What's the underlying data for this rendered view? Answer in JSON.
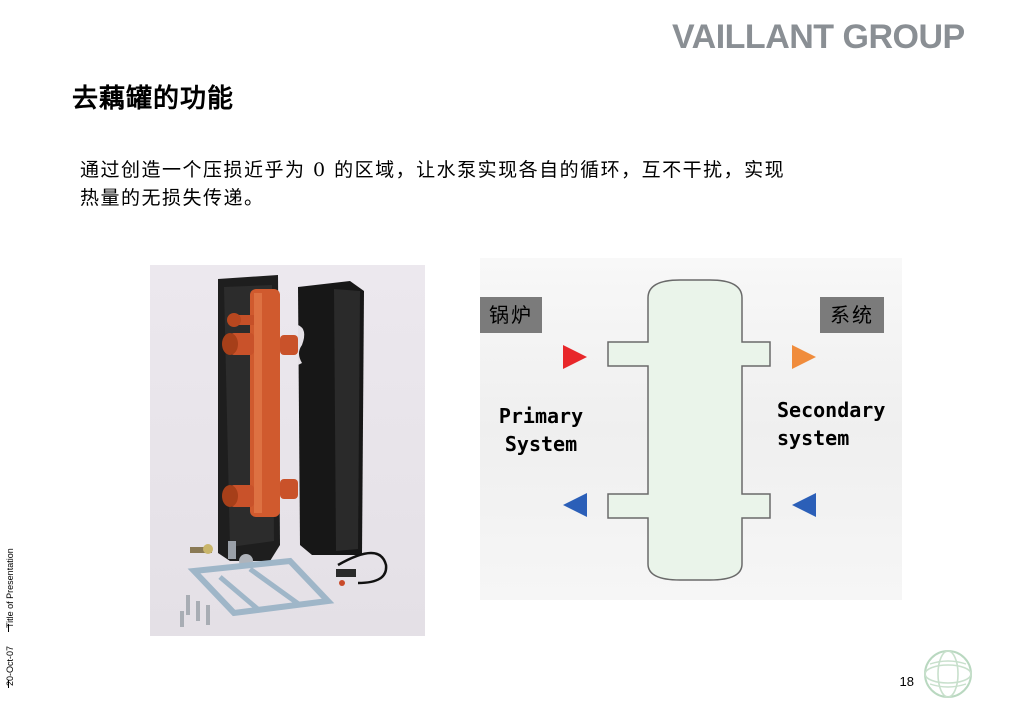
{
  "header": {
    "logo_text": "VAILLANT GROUP"
  },
  "slide": {
    "title": "去藕罐的功能",
    "body_line1": "通过创造一个压损近乎为 0 的区域，让水泵实现各自的循环，互不干扰，实现",
    "body_line2": "热量的无损失传递。"
  },
  "diagram": {
    "left_box_label": "锅炉",
    "right_box_label": "系统",
    "primary_line1": "Primary",
    "primary_line2": "System",
    "secondary_line1": "Secondary",
    "secondary_line2": "system",
    "colors": {
      "hot_left": "#e8272a",
      "hot_right": "#f08c3c",
      "cold": "#2b5fb8",
      "vessel": "#eaf4ea"
    }
  },
  "photo": {
    "icon": "hydraulic-separator-product-photo"
  },
  "footer": {
    "date": "20-Oct-07",
    "presentation_title": "Title of Presentation",
    "page_number": "18"
  }
}
